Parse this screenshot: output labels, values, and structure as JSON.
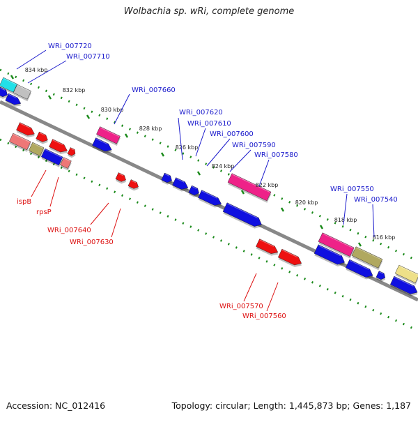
{
  "title": "Wolbachia sp. wRi, complete genome",
  "footer": {
    "accession": "Accession: NC_012416",
    "topology": "Topology: circular; Length: 1,445,873 bp; Genes: 1,187"
  },
  "ticks": [
    "834 kbp",
    "832 kbp",
    "830 kbp",
    "828 kbp",
    "826 kbp",
    "824 kbp",
    "822 kbp",
    "820 kbp",
    "818 kbp",
    "816 kbp"
  ],
  "forward_labels": [
    "WRi_007720",
    "WRi_007710",
    "WRi_007660",
    "WRi_007620",
    "WRi_007610",
    "WRi_007600",
    "WRi_007590",
    "WRi_007580",
    "WRi_007550",
    "WRi_007540"
  ],
  "reverse_labels": [
    "ispB",
    "rpsP",
    "WRi_007640",
    "WRi_007630",
    "WRi_007570",
    "WRi_007560"
  ],
  "colors": {
    "forward_label": "#1a1acc",
    "reverse_label": "#dd1111",
    "gene_blue": "#1010e0",
    "gene_red": "#ee1111",
    "gene_pink": "#ee2288",
    "gene_olive": "#b0a860",
    "gene_cyan": "#22e0e8",
    "gene_grey": "#c0c0c0",
    "gene_salmon": "#ee7777",
    "gene_yellow": "#eee088",
    "backbone": "#888888",
    "tick_dots": "#1a8a1a"
  }
}
